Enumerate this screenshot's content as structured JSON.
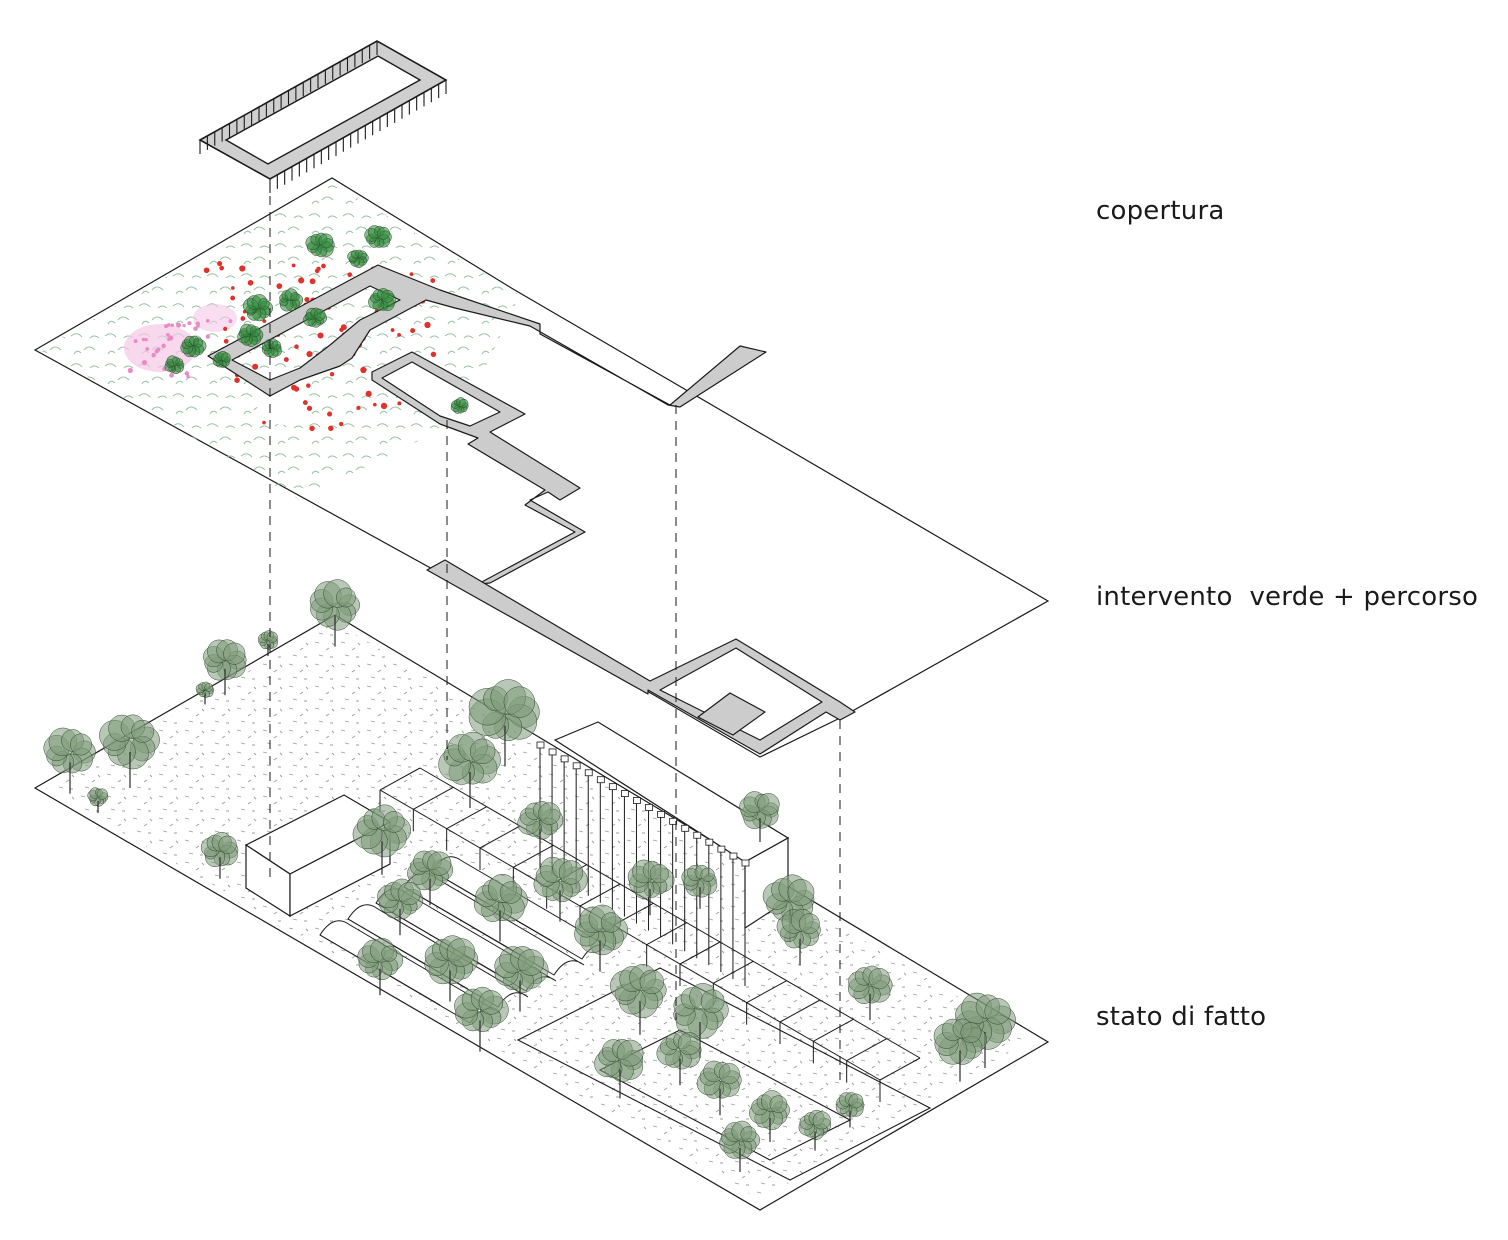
{
  "layers": {
    "roof": {
      "label": "copertura"
    },
    "green": {
      "label": "intervento  verde + percorso"
    },
    "existing": {
      "label": "stato di fatto"
    }
  },
  "colors": {
    "line": "#1a1a1a",
    "path_fill": "#cccccc",
    "vegetation": "#5f7a5a",
    "foliage_light": "#8fb89a",
    "flowers_red": "#e0312b",
    "flowers_pink": "#e98ac6",
    "leaf_green": "#2f8a3a"
  },
  "icons": [
    "roof-canopy-icon",
    "tree-icon",
    "flower-bed-icon",
    "greenhouse-icon",
    "pergola-icon"
  ]
}
